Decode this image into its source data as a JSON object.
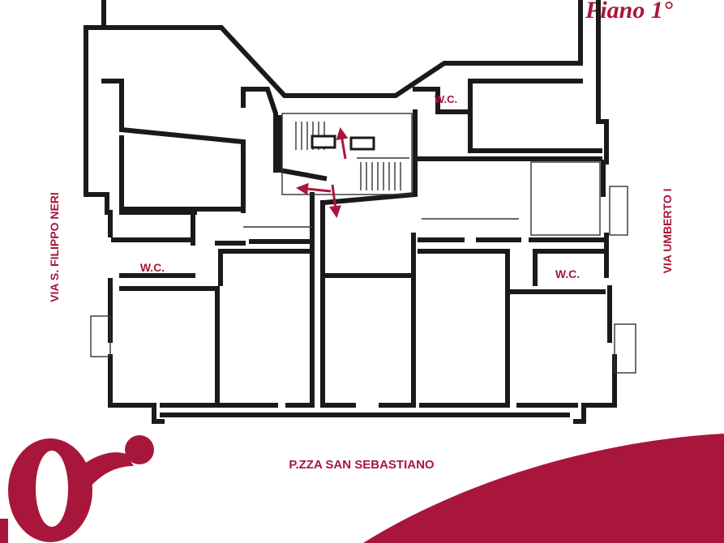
{
  "title": "Piano 1°",
  "streets": {
    "left": "VIA S. FILIPPO NERI",
    "right": "VIA UMBERTO I",
    "bottom": "P.ZZA SAN SEBASTIANO"
  },
  "rooms": {
    "wc_top": "W.C.",
    "wc_left": "W.C.",
    "wc_right": "W.C."
  },
  "colors": {
    "brand": "#a8173b",
    "wall": "#1a1a1a"
  },
  "icons": {
    "logo": "brand-logo-icon",
    "stairs": "staircase-icon",
    "arrows": "direction-arrow-icon"
  }
}
